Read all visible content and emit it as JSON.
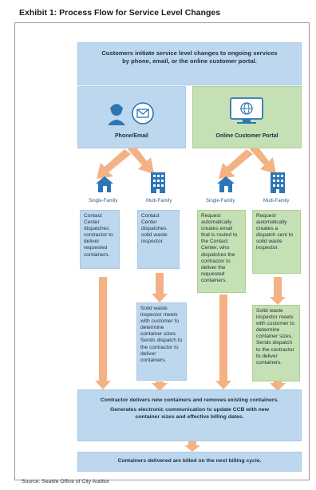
{
  "title": "Exhibit 1: Process Flow for Service Level Changes",
  "top_box": "Customers initiate service level changes to ongoing services by phone, email, or the online customer portal.",
  "channels": {
    "phone_email": "Phone/Email",
    "online_portal": "Online Customer Portal"
  },
  "icon_labels": {
    "single_family_left": "Single-Family",
    "multi_family_left": "Multi-Family",
    "single_family_right": "Single-Family",
    "multi_family_right": "Multi-Family"
  },
  "steps": {
    "phone_single": "Contact Center dispatches contractor to deliver requested containers.",
    "phone_multi": "Contact Center dispatches solid waste inspector.",
    "portal_single": "Request automatically creates email that is routed to the Contact Center, who dispatches the contractor to deliver the requested containers.",
    "portal_multi": "Request automatically creates a dispatch sent to solid waste inspector.",
    "inspector_left": "Solid waste inspector meets with customer to determine container sizes. Sends dispatch to the contractor to deliver containers.",
    "inspector_right": "Solid waste inspector meets with customer to determine container sizes. Sends dispatch to the contractor to deliver containers."
  },
  "bottom": {
    "line1": "Contractor delivers new containers and removes existing containers.",
    "line2": "Generates electronic communication to update CCB with new container sizes and effective billing dates."
  },
  "billing": "Containers delivered are billed on the next billing cycle.",
  "source": "Source: Seattle Office of City Auditor",
  "colors": {
    "blue_box": "#bdd7ee",
    "green_box": "#c5e0b4",
    "arrow": "#f4b183",
    "icon_blue": "#2e75b6"
  }
}
